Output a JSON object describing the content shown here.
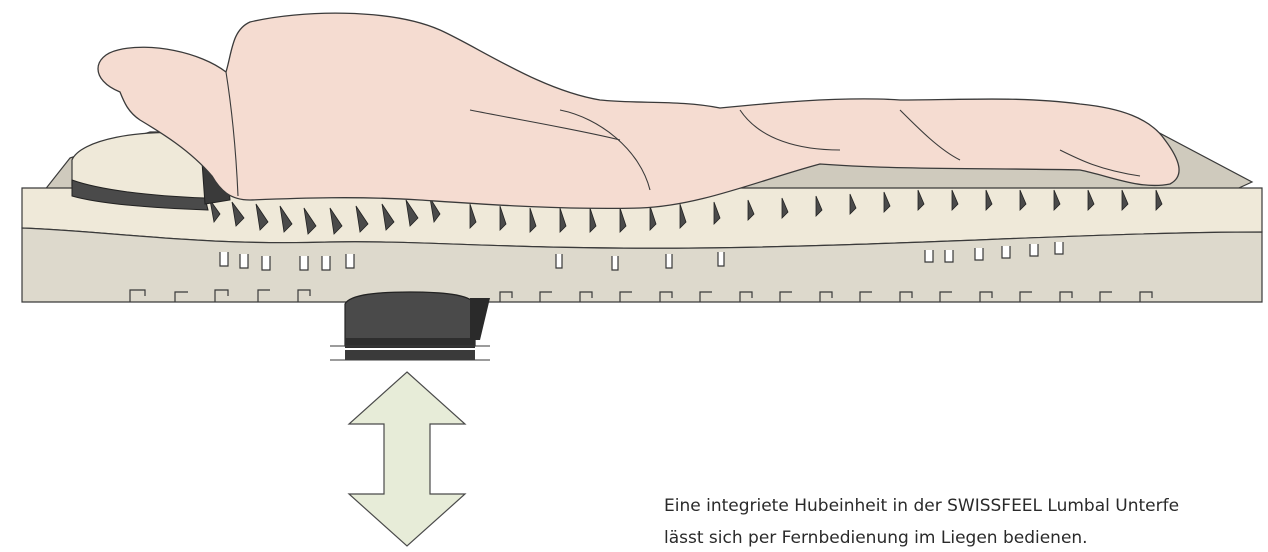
{
  "caption": {
    "line1": "Eine integriete Hubeinheit in der SWISSFEEL Lumbal Unterfe",
    "line2": "lässt sich per Fernbedienung im Liegen bedienen."
  },
  "colors": {
    "background": "#ffffff",
    "mattress_base": "#ddd9cc",
    "mattress_top": "#efe9d9",
    "mattress_side": "#c9c4b6",
    "body": "#f5dcd1",
    "outline": "#3a3a3a",
    "lift_unit": "#4a4a4a",
    "arrow_fill": "#e7ecd8"
  },
  "icons": [
    "person-figure",
    "mattress",
    "pillow",
    "lift-unit",
    "double-arrow"
  ]
}
